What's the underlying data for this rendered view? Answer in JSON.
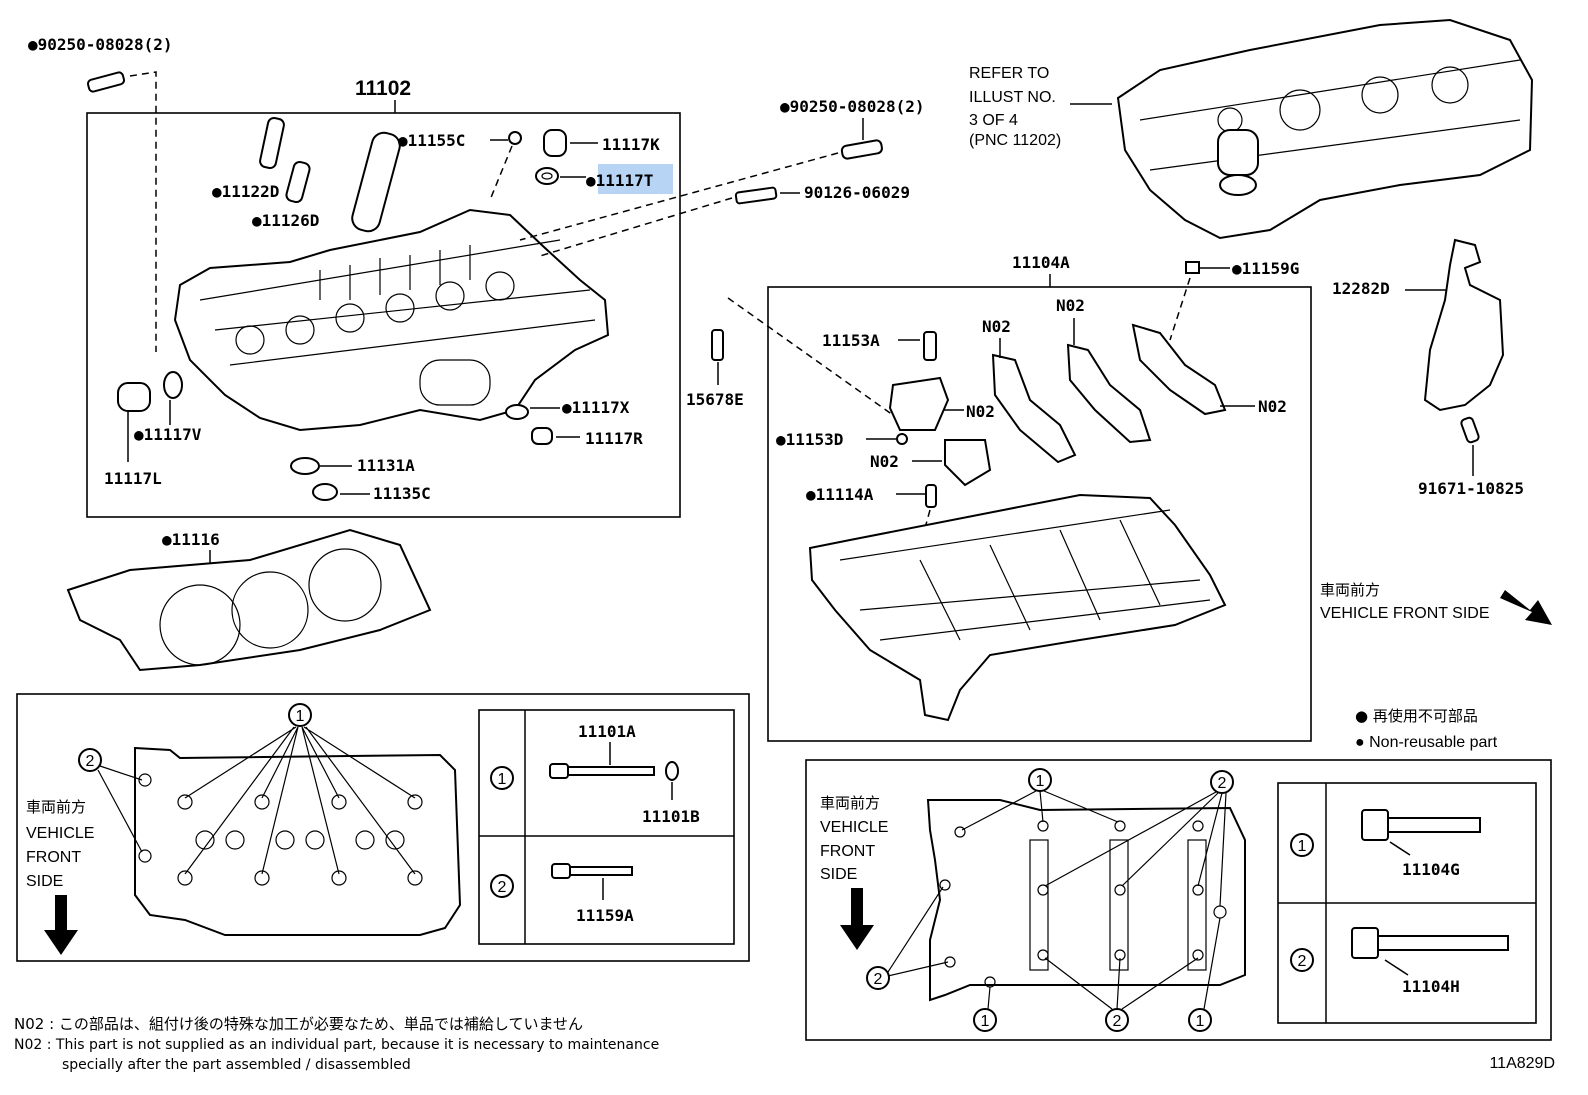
{
  "diagram_code": "11A829D",
  "refer_note": [
    "REFER TO",
    "ILLUST NO.",
    "3 OF 4",
    "(PNC 11202)"
  ],
  "legend": {
    "non_reusable_jp": "● 再使用不可部品",
    "non_reusable_en": "● Non-reusable part"
  },
  "front_side": {
    "jp": "車両前方",
    "en": "VEHICLE FRONT SIDE",
    "en_lines": [
      "VEHICLE",
      "FRONT",
      "SIDE"
    ]
  },
  "footnote": {
    "jp": "N02 : この部品は、組付け後の特殊な加工が必要なため、単品では補給していません",
    "en_line1": "N02 : This part is not supplied as an individual part, because it is necessary to maintenance",
    "en_line2": "specially after the part assembled / disassembled"
  },
  "parts": {
    "p90250_top": "●90250-08028(2)",
    "p90250_mid": "●90250-08028(2)",
    "p11102": "11102",
    "p11155C": "●11155C",
    "p11117K": "11117K",
    "p11117T": "●11117T",
    "p11122D": "●11122D",
    "p11126D": "●11126D",
    "p90126": "90126-06029",
    "p11117V": "●11117V",
    "p11117L": "11117L",
    "p11117X": "●11117X",
    "p11117R": "11117R",
    "p11131A": "11131A",
    "p11135C": "11135C",
    "p11116": "●11116",
    "p11104A": "11104A",
    "p11159G": "●11159G",
    "p15678E": "15678E",
    "p11153A": "11153A",
    "p11153D": "●11153D",
    "p11114A": "●11114A",
    "n02": "N02",
    "p12282D": "12282D",
    "p91671": "91671-10825",
    "p11101A": "11101A",
    "p11101B": "11101B",
    "p11159A": "11159A",
    "p11104G": "11104G",
    "p11104H": "11104H"
  },
  "callouts": {
    "one": "1",
    "two": "2"
  },
  "highlight_color": "#b8d4f5"
}
